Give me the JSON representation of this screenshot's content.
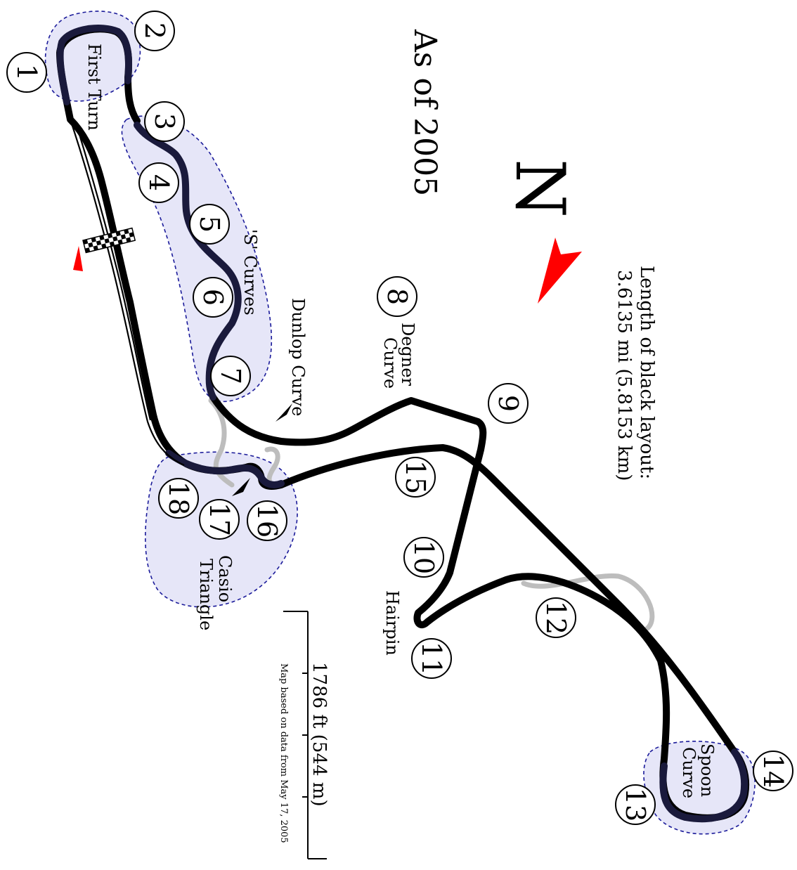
{
  "map_title": "As of 2005",
  "north_label": "N",
  "length_label": {
    "line1": "Length of black layout:",
    "line2": "3.6135 mi (5.8153 km)"
  },
  "scale_label": "1786 ft (544 m)",
  "source_note": "Map based on data from May 17, 2005",
  "areas": {
    "first_turn": "First Turn",
    "s_curves": "'S' Curves",
    "dunlop_curve": "Dunlop Curve",
    "degner_curve": {
      "line1": "Degner",
      "line2": "Curve"
    },
    "casio_triangle": {
      "line1": "Casio",
      "line2": "Triangle"
    },
    "hairpin": "Hairpin",
    "spoon_curve": {
      "line1": "Spoon",
      "line2": "Curve"
    }
  },
  "turns": [
    "1",
    "2",
    "3",
    "4",
    "5",
    "6",
    "7",
    "8",
    "9",
    "10",
    "11",
    "12",
    "13",
    "14",
    "15",
    "16",
    "17",
    "18"
  ],
  "colors": {
    "track": "#000000",
    "highlight_track": "#1a1a3c",
    "unused_track": "#bdbdbd",
    "zone_fill": "#e6e6f8",
    "zone_border": "#1b1b9a",
    "north_arrow": "#ff0000",
    "start_marker": "#ff0000"
  },
  "icons": {
    "north_arrow": "red-arrowhead",
    "start_finish": "checkered-flag-line",
    "direction_markers": "black-triangle"
  }
}
